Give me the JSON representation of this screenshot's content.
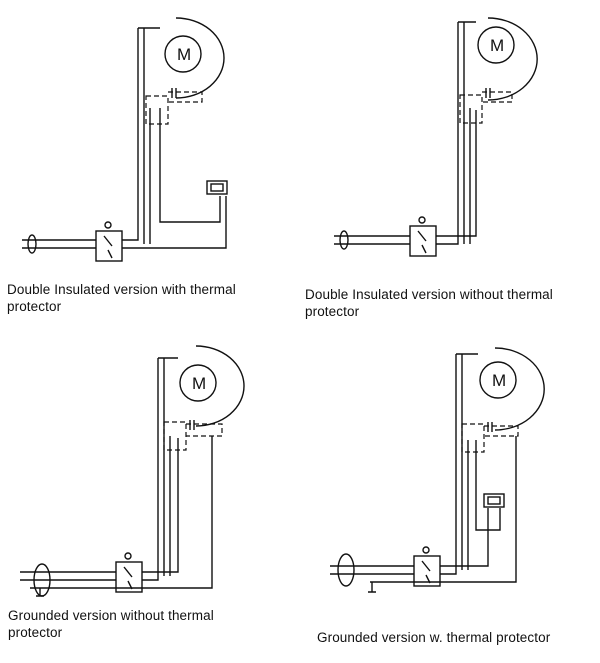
{
  "diagrams": [
    {
      "caption_line1": "Double Insulated version with thermal",
      "caption_line2": "protector",
      "motor_label": "M"
    },
    {
      "caption_line1": "Double Insulated version without thermal",
      "caption_line2": "protector",
      "motor_label": "M"
    },
    {
      "caption_line1": "Grounded  version without thermal",
      "caption_line2": "protector",
      "motor_label": "M"
    },
    {
      "caption_line1": "Grounded  version w. thermal protector",
      "caption_line2": "",
      "motor_label": "M"
    }
  ]
}
